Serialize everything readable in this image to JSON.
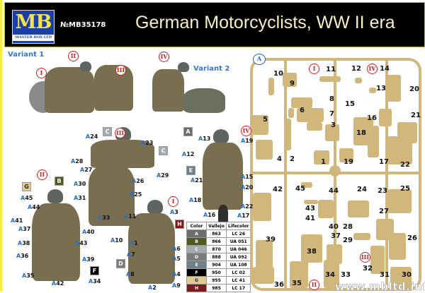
{
  "header": {
    "logo_text": "MB",
    "logo_sub": "MASTER BOX LTD",
    "catalog_no": "№MB35178",
    "title": "German Motorcyclists, WW II era"
  },
  "variants": {
    "v1": "Variant 1",
    "v2": "Variant 2"
  },
  "roman": {
    "i": "I",
    "ii": "II",
    "iii": "III",
    "iv": "IV"
  },
  "figures": {
    "iii": [
      "A24",
      "A23",
      "A28",
      "A29",
      "A27",
      "A26",
      "A30",
      "A25",
      "A31",
      "A33"
    ],
    "iv": [
      "A13",
      "A19",
      "A12",
      "A15",
      "A21",
      "A20",
      "A18",
      "A22",
      "A16",
      "A17"
    ],
    "ii": [
      "A45",
      "A44",
      "A41",
      "A37",
      "A40",
      "A43",
      "A38",
      "A36",
      "A39",
      "A35",
      "A42",
      "A34"
    ],
    "i": [
      "A3",
      "A11",
      "A10",
      "A1",
      "A6",
      "A7",
      "A5",
      "A8",
      "A2",
      "A4",
      "A9"
    ]
  },
  "color_table": {
    "headers": [
      "Color",
      "Vallejo",
      "Lifecolor"
    ],
    "rows": [
      {
        "code": "A",
        "vallejo": "863",
        "lifecolor": "LC 26",
        "swatch": "#6d6d6d"
      },
      {
        "code": "B",
        "vallejo": "866",
        "lifecolor": "UA 051",
        "swatch": "#4f5a22"
      },
      {
        "code": "C",
        "vallejo": "870",
        "lifecolor": "UA 046",
        "swatch": "#a3abb0"
      },
      {
        "code": "D",
        "vallejo": "888",
        "lifecolor": "UA 092",
        "swatch": "#7a7c7c"
      },
      {
        "code": "E",
        "vallejo": "904",
        "lifecolor": "UA 108",
        "swatch": "#6f7f8a"
      },
      {
        "code": "F",
        "vallejo": "950",
        "lifecolor": "LC 02",
        "swatch": "#000000"
      },
      {
        "code": "G",
        "vallejo": "955",
        "lifecolor": "LC 41",
        "swatch": "#e0c894"
      },
      {
        "code": "H",
        "vallejo": "985",
        "lifecolor": "LC 17",
        "swatch": "#7a1a1a"
      }
    ]
  },
  "sprue": {
    "label": "A",
    "parts": [
      "10",
      "9",
      "11",
      "12",
      "14",
      "13",
      "20",
      "8",
      "15",
      "6",
      "7",
      "21",
      "5",
      "16",
      "3",
      "18",
      "4",
      "2",
      "1",
      "19",
      "17",
      "22",
      "42",
      "45",
      "44",
      "24",
      "23",
      "25",
      "43",
      "27",
      "41",
      "40",
      "28",
      "39",
      "37",
      "29",
      "26",
      "38",
      "32",
      "36",
      "35",
      "34",
      "33",
      "31",
      "30"
    ]
  },
  "watermark": "www.mbltd.info",
  "colors": {
    "callout_prefix": "#1f6fd0",
    "roman": "#d02020",
    "sprue": "#d2b77d"
  }
}
